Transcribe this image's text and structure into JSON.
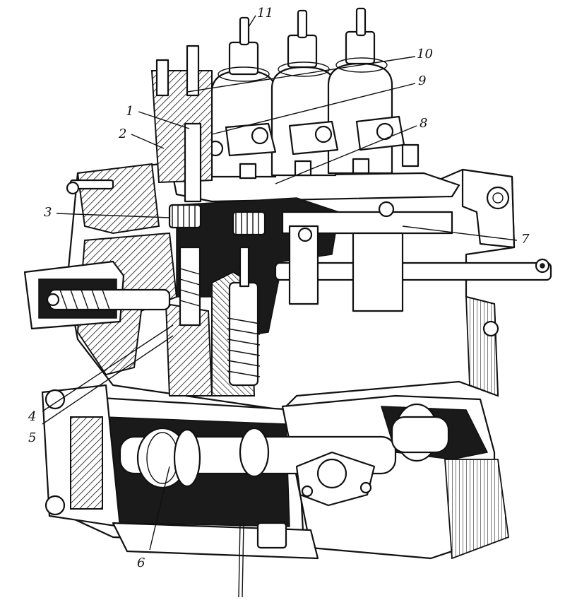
{
  "figure": {
    "callouts": [
      {
        "id": "1",
        "label": "1"
      },
      {
        "id": "2",
        "label": "2"
      },
      {
        "id": "3",
        "label": "3"
      },
      {
        "id": "4",
        "label": "4"
      },
      {
        "id": "5",
        "label": "5"
      },
      {
        "id": "6",
        "label": "6"
      },
      {
        "id": "7",
        "label": "7"
      },
      {
        "id": "8",
        "label": "8"
      },
      {
        "id": "9",
        "label": "9"
      },
      {
        "id": "10",
        "label": "10"
      },
      {
        "id": "11",
        "label": "11"
      }
    ],
    "colors": {
      "ink": "#111111",
      "paper": "#ffffff"
    }
  }
}
